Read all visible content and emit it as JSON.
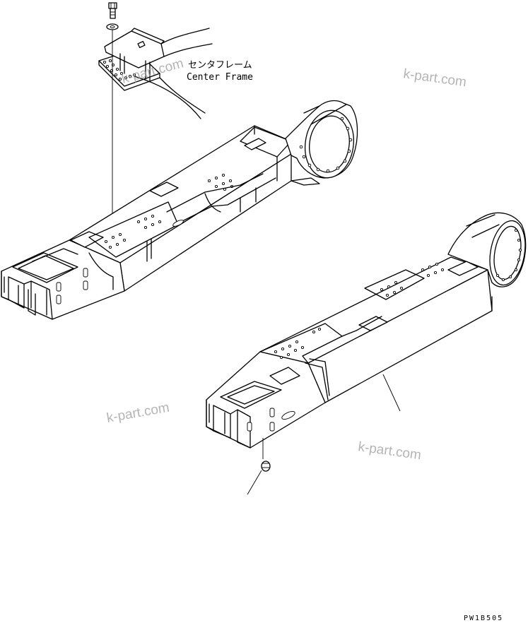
{
  "callouts": {
    "center_frame_jp": "センタフレーム",
    "center_frame_en": "Center Frame"
  },
  "drawing_code": "PW1B505",
  "watermarks": [
    "k-part.com",
    "k-part.com",
    "k-part.com",
    "k-part.com"
  ],
  "colors": {
    "line": "#000000",
    "watermark": "#9c9c9c",
    "paper": "#ffffff"
  },
  "icons": [
    "bolt-icon",
    "washer-icon",
    "grease-fitting-icon"
  ]
}
